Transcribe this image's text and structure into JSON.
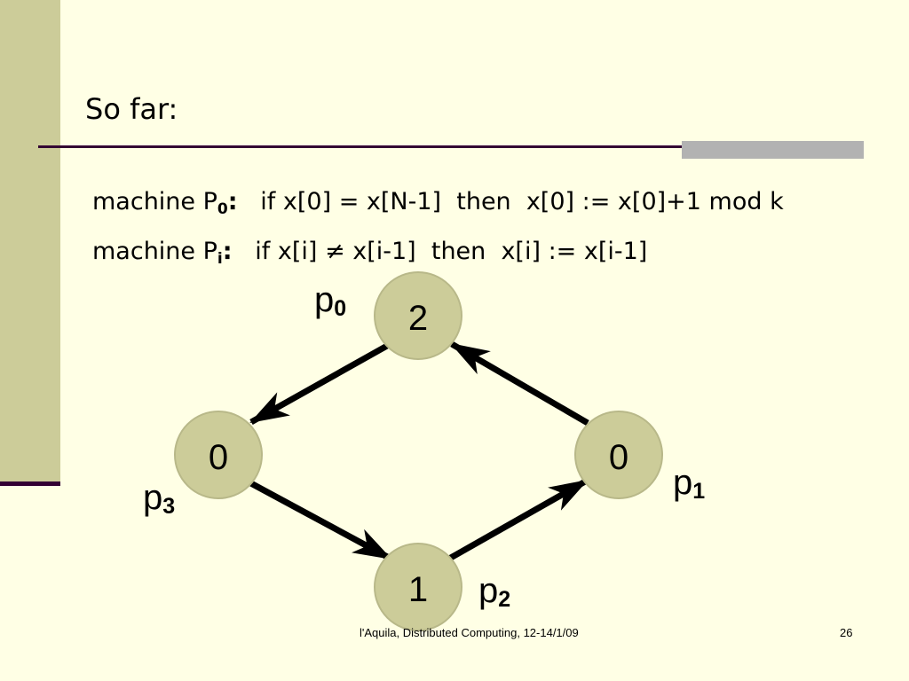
{
  "slide": {
    "title": "So far:",
    "rule0": {
      "prefix": "machine P",
      "sub": "0",
      "colon": ":",
      "code": "   if x[0] = x[N-1]  then  x[0] := x[0]+1 mod k"
    },
    "rule1": {
      "prefix": "machine P",
      "sub": "i",
      "colon": ":",
      "code": "   if x[i] ≠ x[i-1]  then  x[i] := x[i-1]"
    },
    "footer": "l'Aquila, Distributed Computing, 12-14/1/09",
    "page_number": "26"
  },
  "diagram": {
    "nodes": [
      {
        "id": "p0",
        "value": "2",
        "proc": "p",
        "proc_sub": "0"
      },
      {
        "id": "p1",
        "value": "0",
        "proc": "p",
        "proc_sub": "1"
      },
      {
        "id": "p2",
        "value": "1",
        "proc": "p",
        "proc_sub": "2"
      },
      {
        "id": "p3",
        "value": "0",
        "proc": "p",
        "proc_sub": "3"
      }
    ],
    "edges": [
      {
        "from": "p0",
        "to": "p3"
      },
      {
        "from": "p3",
        "to": "p2"
      },
      {
        "from": "p2",
        "to": "p1"
      },
      {
        "from": "p1",
        "to": "p0"
      }
    ],
    "colors": {
      "node_fill": "#CCCC99",
      "node_stroke": "#B8B889",
      "edge": "#000000"
    }
  }
}
